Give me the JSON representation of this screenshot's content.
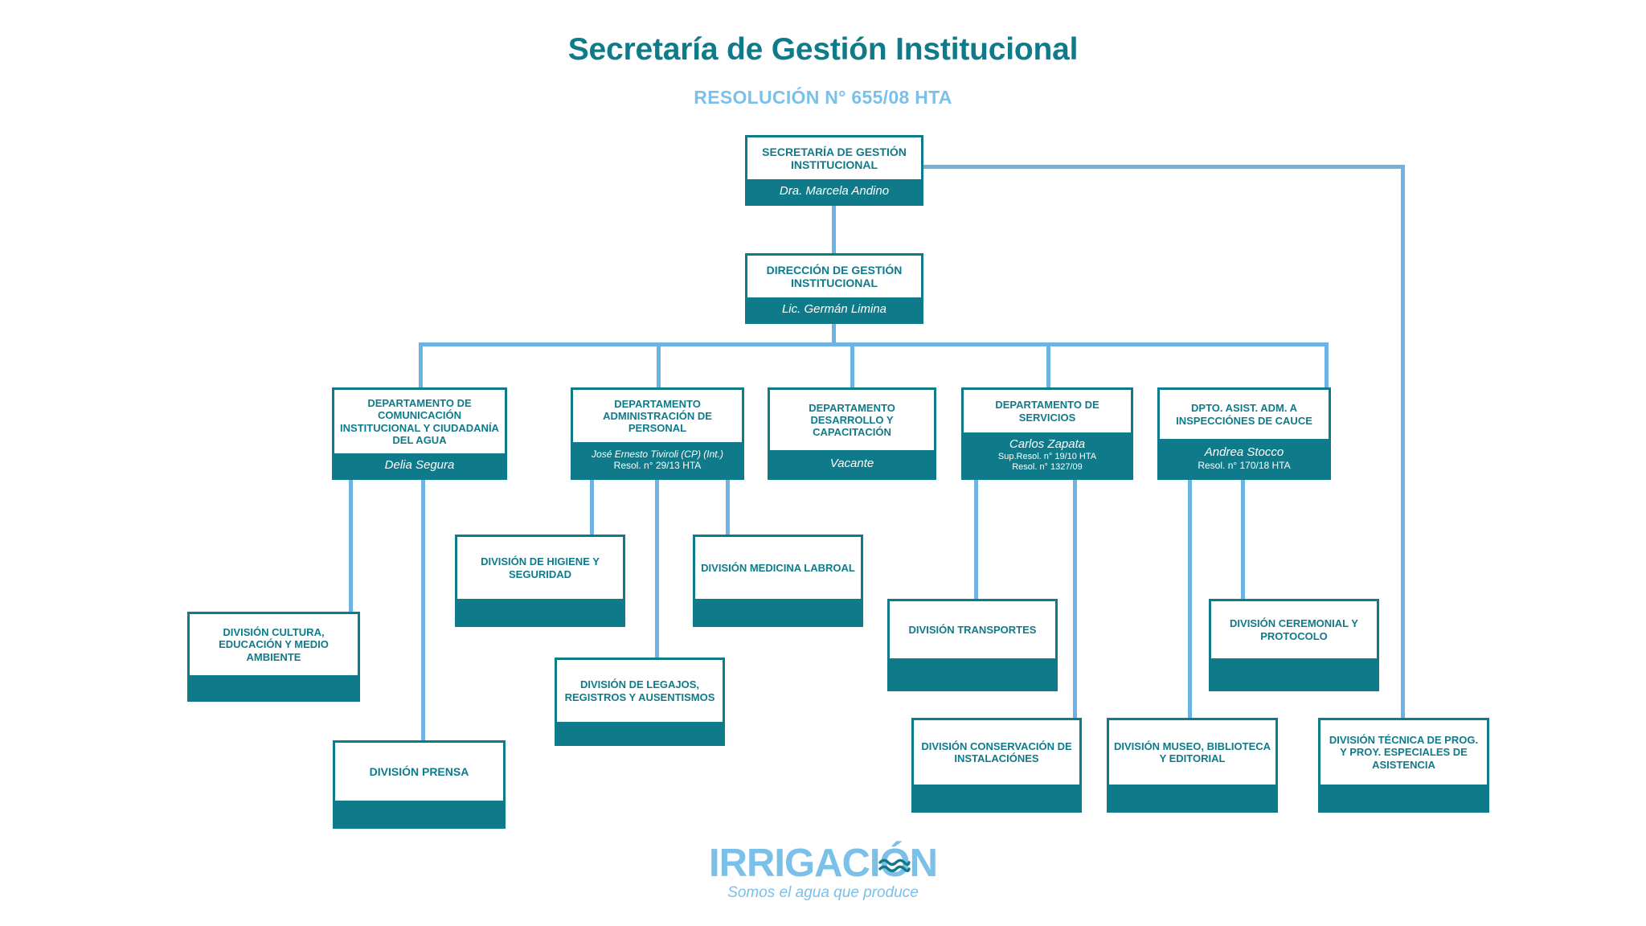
{
  "header": {
    "title": "Secretaría de Gestión Institucional",
    "subtitle": "RESOLUCIÓN N° 655/08 HTA"
  },
  "colors": {
    "teal": "#0f7b8a",
    "light_blue": "#6cb4e4",
    "logo_blue": "#7bc0e8",
    "white": "#ffffff"
  },
  "chart_data": {
    "type": "diagram",
    "subtype": "organizational-chart",
    "title": "Secretaría de Gestión Institucional",
    "subtitle": "RESOLUCIÓN N° 655/08 HTA",
    "levels": 4,
    "node_count": 17
  },
  "nodes": {
    "secretaria": {
      "title": "SECRETARÍA DE GESTIÓN INSTITUCIONAL",
      "person": "Dra. Marcela Andino"
    },
    "direccion": {
      "title": "DIRECCIÓN DE GESTIÓN INSTITUCIONAL",
      "person": "Lic. Germán Limina"
    },
    "dep_comunicacion": {
      "title": "DEPARTAMENTO DE COMUNICACIÓN INSTITUCIONAL Y CIUDADANÍA DEL AGUA",
      "person": "Delia Segura"
    },
    "dep_personal": {
      "title": "DEPARTAMENTO ADMINISTRACIÓN DE PERSONAL",
      "person": "José Ernesto Tiviroli (CP) (Int.)",
      "resolution": "Resol. n° 29/13 HTA"
    },
    "dep_desarrollo": {
      "title": "DEPARTAMENTO DESARROLLO Y CAPACITACIÓN",
      "person": "Vacante"
    },
    "dep_servicios": {
      "title": "DEPARTAMENTO DE SERVICIOS",
      "person": "Carlos Zapata",
      "resolution": "Sup.Resol. n° 19/10 HTA",
      "resolution2": "Resol. n° 1327/09"
    },
    "dep_inspecciones": {
      "title": "DPTO. ASIST. ADM. A INSPECCIÓNES DE CAUCE",
      "person": "Andrea Stocco",
      "resolution": "Resol. n° 170/18 HTA"
    },
    "div_higiene": {
      "title": "DIVISIÓN DE HIGIENE Y SEGURIDAD"
    },
    "div_medicina": {
      "title": "DIVISIÓN MEDICINA LABROAL"
    },
    "div_cultura": {
      "title": "DIVISIÓN CULTURA, EDUCACIÓN Y MEDIO AMBIENTE"
    },
    "div_legajos": {
      "title": "DIVISIÓN DE LEGAJOS, REGISTROS Y AUSENTISMOS"
    },
    "div_prensa": {
      "title": "DIVISIÓN PRENSA"
    },
    "div_transportes": {
      "title": "DIVISIÓN TRANSPORTES"
    },
    "div_ceremonial": {
      "title": "DIVISIÓN CEREMONIAL Y PROTOCOLO"
    },
    "div_conservacion": {
      "title": "DIVISIÓN CONSERVACIÓN DE INSTALACIÓNES"
    },
    "div_museo": {
      "title": "DIVISIÓN MUSEO, BIBLIOTECA Y EDITORIAL"
    },
    "div_tecnica": {
      "title": "DIVISIÓN TÉCNICA DE PROG. Y PROY. ESPECIALES DE ASISTENCIA"
    }
  },
  "logo": {
    "word": "IRRIGACI",
    "word_end": "N",
    "accent": "Ó",
    "tagline": "Somos el agua que produce",
    "mark": "water-waves-icon"
  }
}
